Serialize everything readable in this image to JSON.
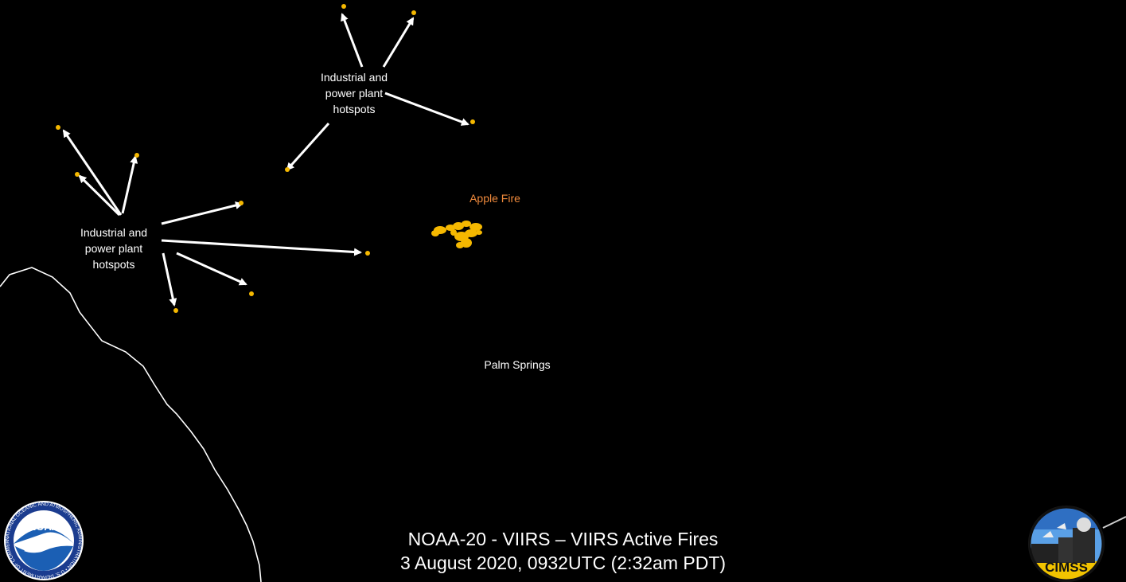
{
  "annotations": {
    "hotspots_upper": "Industrial and\npower plant\nhotspots",
    "hotspots_left": "Industrial and\npower plant\nhotspots",
    "apple_fire": "Apple Fire",
    "palm_springs": "Palm Springs"
  },
  "title": {
    "line1": "NOAA-20 - VIIRS – VIIRS Active Fires",
    "line2": "3 August 2020, 0932UTC (2:32am PDT)"
  },
  "logos": {
    "noaa_text": "NOAA",
    "noaa_ring_text": "NATIONAL OCEANIC AND ATMOSPHERIC ADMINISTRATION • U.S. DEPARTMENT OF COMMERCE",
    "cimss_text": "CIMSS"
  },
  "colors": {
    "background": "#000000",
    "fire": "#f5b800",
    "apple_fire_label": "#f08a3c",
    "annotation": "#ffffff"
  }
}
